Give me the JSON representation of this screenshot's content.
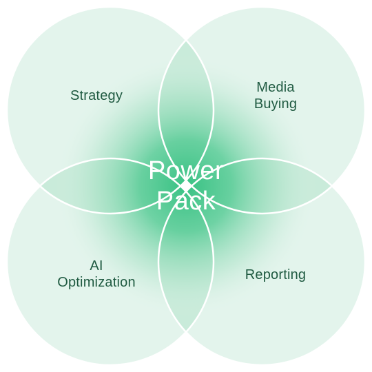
{
  "diagram": {
    "center": {
      "line1": "Power",
      "line2": "Pack"
    },
    "petals": [
      {
        "id": "strategy",
        "lines": [
          "Strategy"
        ]
      },
      {
        "id": "media-buying",
        "lines": [
          "Media",
          "Buying"
        ]
      },
      {
        "id": "ai-optimization",
        "lines": [
          "AI",
          "Optimization"
        ]
      },
      {
        "id": "reporting",
        "lines": [
          "Reporting"
        ]
      }
    ]
  },
  "colors": {
    "circle_fill": "#e3f4ec",
    "overlap_fill": "#bfe6d3",
    "glow": "#2fbf7e",
    "text": "#1f5a41",
    "center_text": "#ffffff"
  }
}
